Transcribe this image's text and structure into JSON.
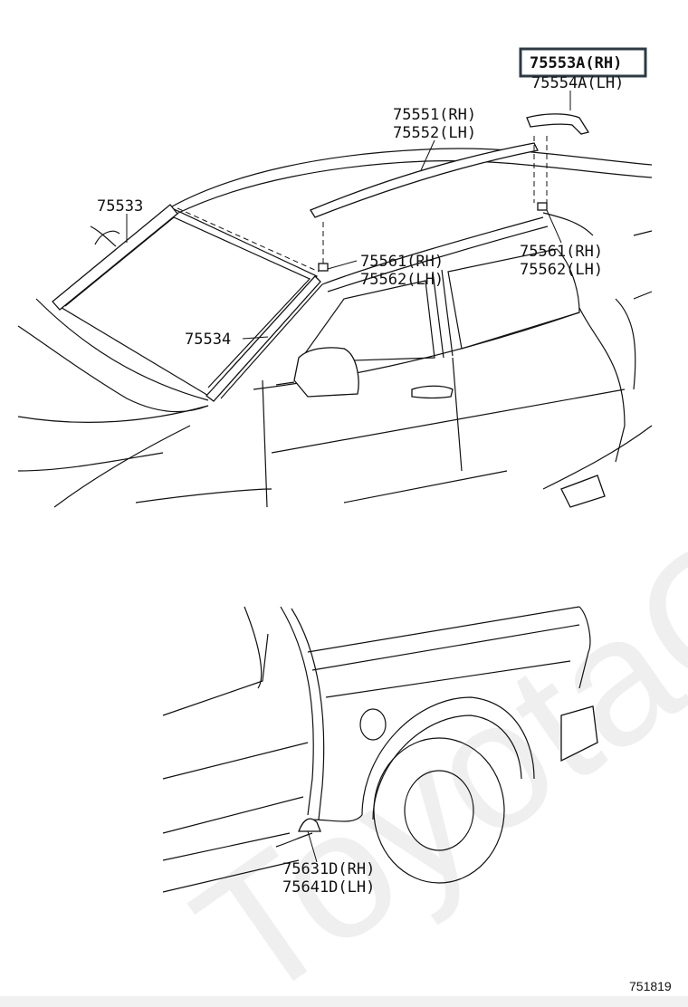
{
  "labels": {
    "p75553a": "75553A(RH)",
    "p75554a": "75554A(LH)",
    "p75551": "75551(RH)",
    "p75552": "75552(LH)",
    "p75533": "75533",
    "p75561_front": "75561(RH)",
    "p75562_front": "75562(LH)",
    "p75561_rear": "75561(RH)",
    "p75562_rear": "75562(LH)",
    "p75534": "75534",
    "p75631d": "75631D(RH)",
    "p75641d": "75641D(LH)"
  },
  "diagram_number": "751819",
  "watermark": "ToyotaC",
  "colors": {
    "line": "#111111",
    "highlight_box": "#2b3a44"
  }
}
